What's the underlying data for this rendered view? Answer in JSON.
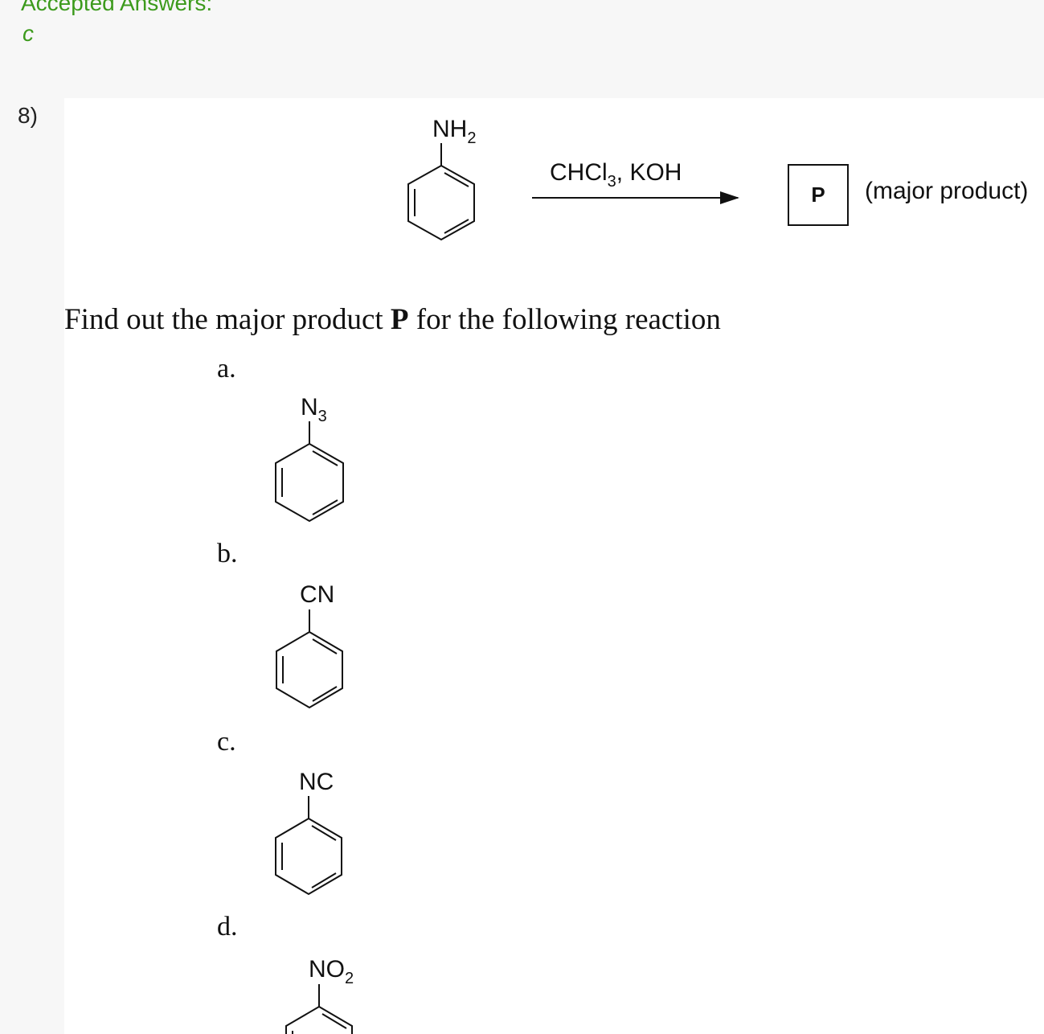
{
  "accepted": {
    "title": "Accepted Answers:",
    "value": "c"
  },
  "question": {
    "number": "8)",
    "reactant": {
      "group": "NH",
      "sub": "2"
    },
    "reagent": {
      "a": "CHCl",
      "sub": "3",
      "b": ", KOH"
    },
    "product_box": "P",
    "product_note": "(major product)",
    "prompt": {
      "before": "Find out the major product ",
      "bold": "P",
      "after": " for the following reaction"
    },
    "options": [
      {
        "label": "a.",
        "group": "N",
        "sub": "3"
      },
      {
        "label": "b.",
        "group": "CN",
        "sub": ""
      },
      {
        "label": "c.",
        "group": "NC",
        "sub": ""
      },
      {
        "label": "d.",
        "group": "NO",
        "sub": "2"
      }
    ]
  },
  "colors": {
    "accent": "#3c9a1c",
    "text": "#111111",
    "panel": "#ffffff",
    "background": "#f7f7f7"
  }
}
